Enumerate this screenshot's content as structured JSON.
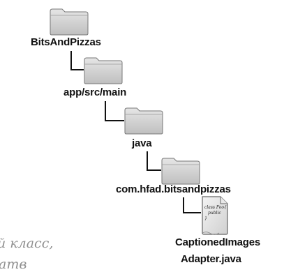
{
  "tree": {
    "root": "BitsAndPizzas",
    "level1": "app/src/main",
    "level2": "java",
    "level3": "com.hfad.bitsandpizzas",
    "file": {
      "line1": "CaptionedImages",
      "line2": "Adapter.java",
      "icon_lines": [
        "class Foo{",
        "public",
        "}"
      ]
    }
  },
  "notes": {
    "line1": "й класс,",
    "line2": "атв"
  }
}
